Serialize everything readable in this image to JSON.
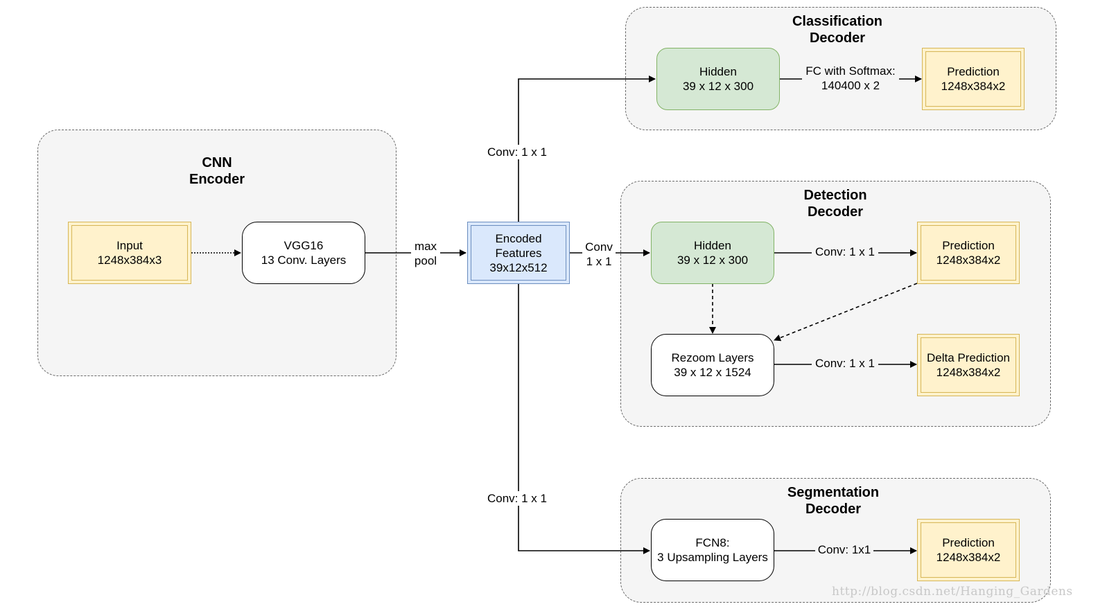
{
  "groups": {
    "encoder": {
      "title": "CNN\nEncoder"
    },
    "classification": {
      "title": "Classification\nDecoder"
    },
    "detection": {
      "title": "Detection\nDecoder"
    },
    "segmentation": {
      "title": "Segmentation\nDecoder"
    }
  },
  "nodes": {
    "input": "Input\n1248x384x3",
    "vgg16": "VGG16\n13 Conv. Layers",
    "encoded": "Encoded\nFeatures\n39x12x512",
    "cls_hidden": "Hidden\n39 x 12 x 300",
    "cls_prediction": "Prediction\n1248x384x2",
    "det_hidden": "Hidden\n39 x 12 x 300",
    "det_prediction": "Prediction\n1248x384x2",
    "rezoom": "Rezoom Layers\n39 x 12 x 1524",
    "delta_prediction": "Delta Prediction\n1248x384x2",
    "fcn8": "FCN8:\n3 Upsampling Layers",
    "seg_prediction": "Prediction\n1248x384x2"
  },
  "edge_labels": {
    "maxpool": "max\npool",
    "conv_cls": "Conv: 1 x 1",
    "conv_det": "Conv\n1 x 1",
    "conv_seg": "Conv: 1 x 1",
    "fc_softmax": "FC with Softmax:\n140400 x 2",
    "det_pred_conv": "Conv: 1 x 1",
    "delta_conv": "Conv: 1 x 1",
    "seg_conv": "Conv: 1x1"
  },
  "watermark": "http://blog.csdn.net/Hanging_Gardens",
  "colors": {
    "yellow_fill": "#fff2cc",
    "yellow_stroke": "#d6b656",
    "blue_fill": "#dae8fc",
    "blue_stroke": "#6c8ebf",
    "green_fill": "#d5e8d4",
    "green_stroke": "#82b366",
    "group_fill": "#f5f5f5"
  }
}
